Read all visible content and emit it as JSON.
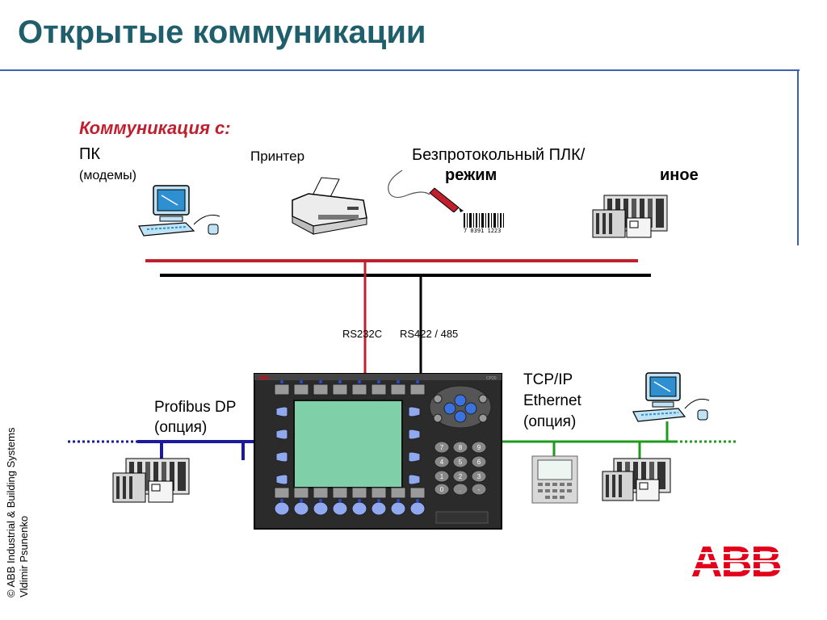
{
  "slide": {
    "title": "Открытые коммуникации",
    "heading": "Коммуникация с:",
    "devices": {
      "pc_label": "ПК",
      "pc_sub": "(модемы)",
      "printer_label": "Принтер",
      "protocol_free_line1": "Безпротокольный ПЛК/",
      "protocol_free_line2": "режим",
      "other_label": "иное"
    },
    "ports": {
      "rs232": "RS232C",
      "rs422": "RS422 / 485"
    },
    "profibus": {
      "line1": "Profibus DP",
      "line2": "(опция)"
    },
    "tcpip": {
      "line1": "TCP/IP",
      "line2": "Ethernet",
      "line3": "(опция)"
    },
    "barcode_digits": "7 0391 1223",
    "panel_brand": "ABB",
    "panel_model": "CP20",
    "keypad": [
      "7",
      "8",
      "9",
      "4",
      "5",
      "6",
      "1",
      "2",
      "3",
      "0",
      ".",
      "-"
    ],
    "logo": "ABB",
    "copyright_line1": "© ABB Industrial & Building Systems",
    "copyright_line2": "Vldimir Psunenko"
  },
  "colors": {
    "title": "#1f5f6b",
    "accent_red": "#c0202e",
    "rule_blue": "#3a62b2",
    "profibus_blue": "#1a1a9a",
    "ethernet_green": "#1f9a1f",
    "abb_red": "#e2001a"
  }
}
